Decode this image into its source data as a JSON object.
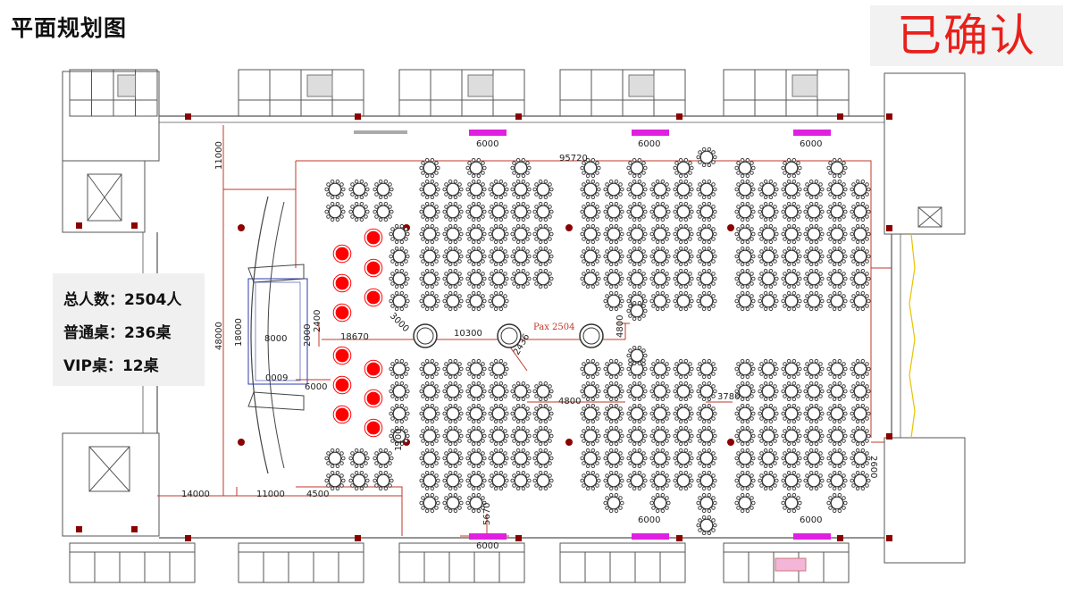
{
  "title": "平面规划图",
  "status_stamp": "已确认",
  "stats": {
    "total_label": "总人数：2504人",
    "regular_label": "普通桌：236桌",
    "vip_label": "VIP桌：12桌"
  },
  "dimensions": {
    "hall_width": "95720",
    "hall_depth": "48000",
    "top_offset": "11000",
    "stage_depth": "18000",
    "stage_width": "8000",
    "stage_height": "2000",
    "stage_rot": "0009",
    "aisle_a": "18670",
    "aisle_b": "10300",
    "gap_2400": "2400",
    "dim_6000": "6000",
    "bottom_14000": "14000",
    "bottom_11000": "11000",
    "bottom_4500": "4500",
    "dim_4800a": "4800",
    "dim_4800b": "4800",
    "dim_3780": "3780",
    "dim_2600": "2600",
    "dim_5670": "5670",
    "dim_2436": "2436",
    "dim_3000": "3000",
    "dim_1100": "1100",
    "pax": "Pax 2504",
    "screen_width": "6000"
  },
  "colors": {
    "vip_table": "#ff0000",
    "screen": "#e020e0",
    "dimension_line": "#c0392b",
    "column": "#8b0000",
    "table_stroke": "#333333"
  }
}
